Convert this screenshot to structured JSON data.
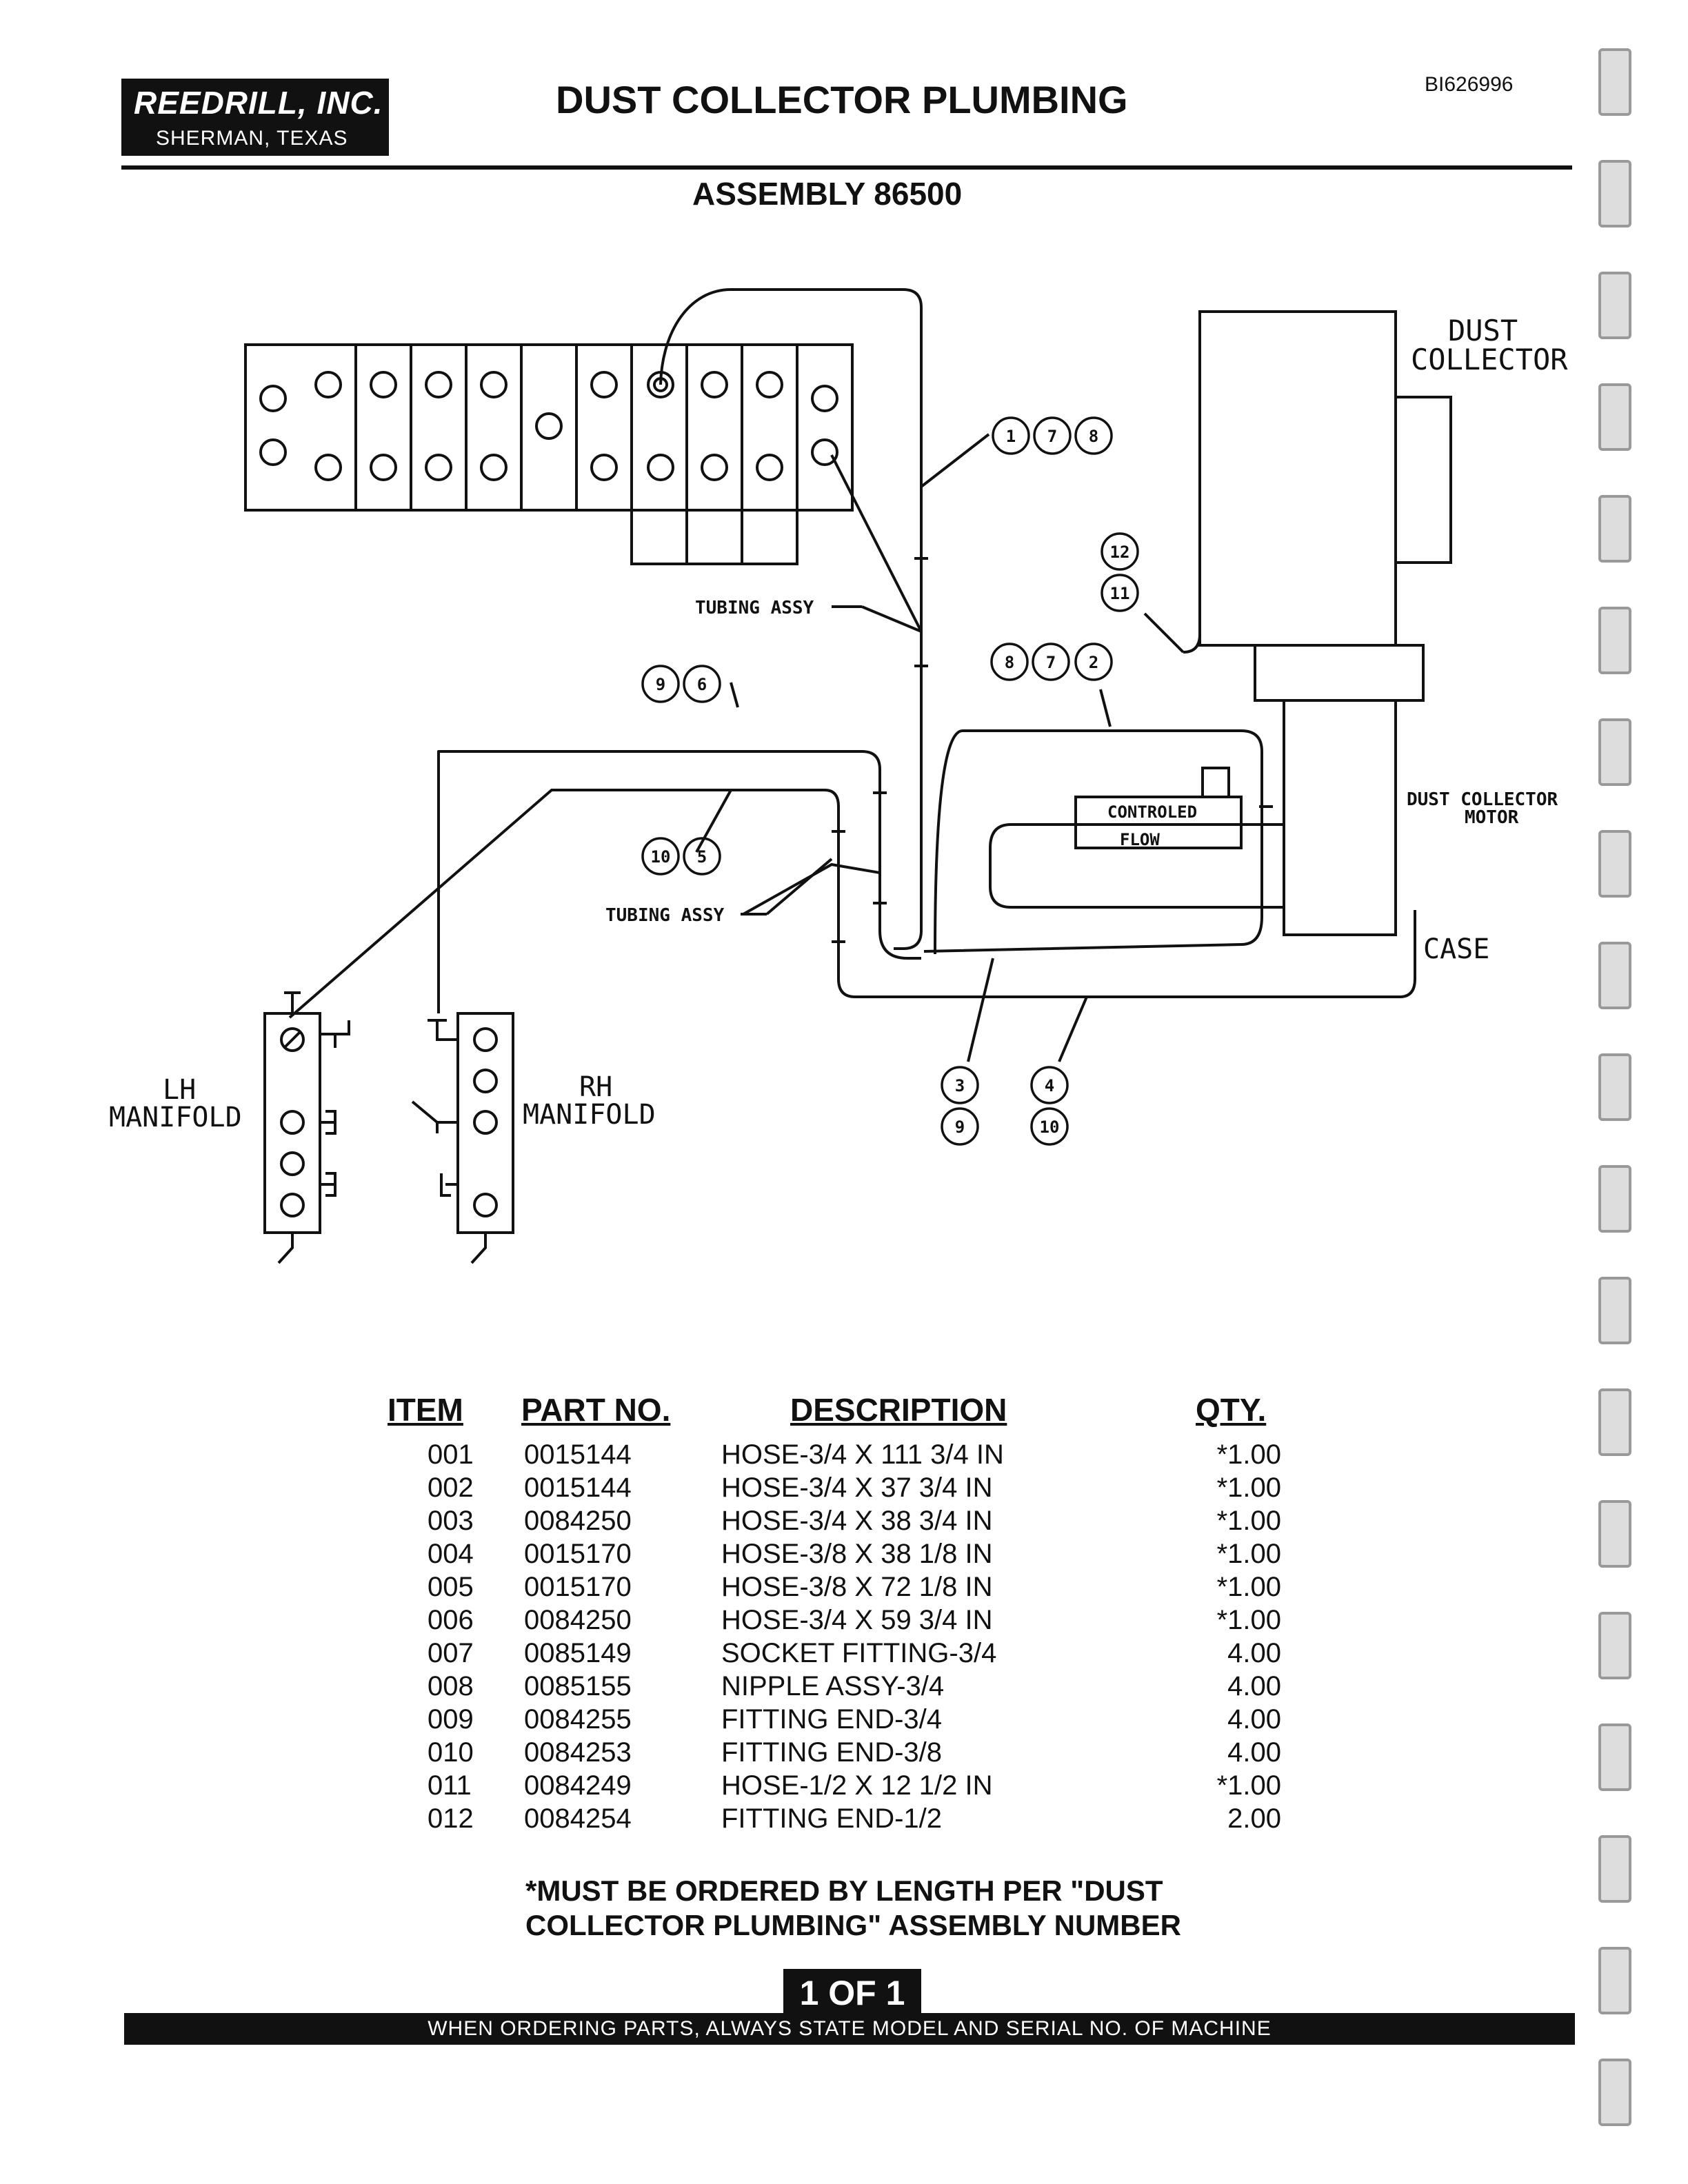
{
  "header": {
    "company": "REEDRILL, INC.",
    "location": "SHERMAN, TEXAS",
    "title": "DUST COLLECTOR PLUMBING",
    "doc_id": "BI626996",
    "assembly": "ASSEMBLY 86500"
  },
  "diagram": {
    "labels": {
      "dust_collector_1": "DUST",
      "dust_collector_2": "COLLECTOR",
      "dust_collector_motor_1": "DUST COLLECTOR",
      "dust_collector_motor_2": "MOTOR",
      "case": "CASE",
      "tubing_assy_upper": "TUBING ASSY",
      "tubing_assy_lower": "TUBING ASSY",
      "controled": "CONTROLED",
      "flow": "FLOW",
      "lh_1": "LH",
      "lh_2": "MANIFOLD",
      "rh_1": "RH",
      "rh_2": "MANIFOLD"
    },
    "callouts": {
      "g178": [
        "1",
        "7",
        "8"
      ],
      "g1211": [
        "12",
        "11"
      ],
      "g872": [
        "8",
        "7",
        "2"
      ],
      "g96": [
        "9",
        "6"
      ],
      "g105": [
        "10",
        "5"
      ],
      "g39": [
        "3",
        "9"
      ],
      "g410": [
        "4",
        "10"
      ]
    }
  },
  "parts_table": {
    "headers": {
      "item": "ITEM",
      "part_no": "PART NO.",
      "description": "DESCRIPTION",
      "qty": "QTY."
    },
    "rows": [
      {
        "item": "001",
        "part_no": "0015144",
        "description": "HOSE-3/4 X 111 3/4 IN",
        "qty": "*1.00"
      },
      {
        "item": "002",
        "part_no": "0015144",
        "description": "HOSE-3/4 X 37 3/4 IN",
        "qty": "*1.00"
      },
      {
        "item": "003",
        "part_no": "0084250",
        "description": "HOSE-3/4 X 38 3/4 IN",
        "qty": "*1.00"
      },
      {
        "item": "004",
        "part_no": "0015170",
        "description": "HOSE-3/8 X 38 1/8 IN",
        "qty": "*1.00"
      },
      {
        "item": "005",
        "part_no": "0015170",
        "description": "HOSE-3/8 X 72 1/8 IN",
        "qty": "*1.00"
      },
      {
        "item": "006",
        "part_no": "0084250",
        "description": "HOSE-3/4 X 59 3/4 IN",
        "qty": "*1.00"
      },
      {
        "item": "007",
        "part_no": "0085149",
        "description": "SOCKET FITTING-3/4",
        "qty": "4.00"
      },
      {
        "item": "008",
        "part_no": "0085155",
        "description": "NIPPLE ASSY-3/4",
        "qty": "4.00"
      },
      {
        "item": "009",
        "part_no": "0084255",
        "description": "FITTING END-3/4",
        "qty": "4.00"
      },
      {
        "item": "010",
        "part_no": "0084253",
        "description": "FITTING END-3/8",
        "qty": "4.00"
      },
      {
        "item": "011",
        "part_no": "0084249",
        "description": "HOSE-1/2 X 12 1/2 IN",
        "qty": "*1.00"
      },
      {
        "item": "012",
        "part_no": "0084254",
        "description": "FITTING END-1/2",
        "qty": "2.00"
      }
    ]
  },
  "note": {
    "line1": "*MUST BE ORDERED BY LENGTH PER \"DUST",
    "line2": "COLLECTOR PLUMBING\" ASSEMBLY NUMBER"
  },
  "page": "1 OF 1",
  "footer": "WHEN ORDERING PARTS, ALWAYS STATE MODEL AND SERIAL NO. OF MACHINE"
}
